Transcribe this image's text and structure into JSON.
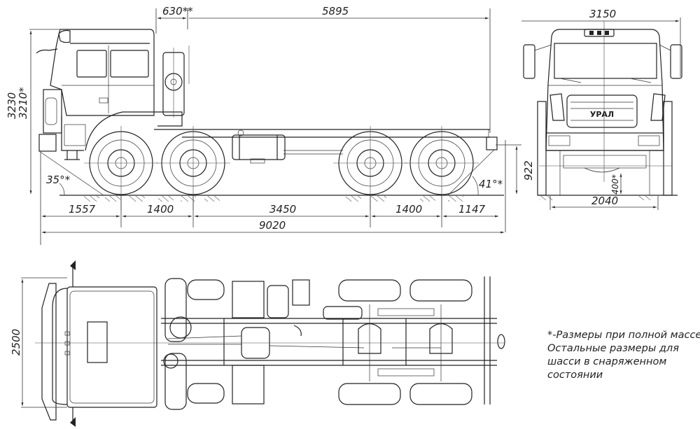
{
  "drawing": {
    "side_view": {
      "dimensions": {
        "rear_overhang_equipment": "630**",
        "frame_length": "5895",
        "overall_height": "3230",
        "overall_height_loaded": "3210*",
        "approach_angle": "35°*",
        "departure_angle": "41°*",
        "rear_frame_height": "922",
        "front_overhang": "1557",
        "wheelbase_1_2": "1400",
        "wheelbase_2_3": "3450",
        "wheelbase_3_4": "1400",
        "rear_overhang": "1147",
        "overall_length": "9020"
      }
    },
    "front_view": {
      "dimensions": {
        "overall_width": "3150",
        "track": "2040",
        "ground_clearance": "400*"
      },
      "grille_logo": "УРАЛ"
    },
    "top_view": {
      "dimensions": {
        "cab_width": "2500"
      }
    },
    "notes": [
      "*-Размеры при полной массе",
      "Остальные размеры для",
      "шасси в снаряженном",
      "состоянии"
    ]
  }
}
